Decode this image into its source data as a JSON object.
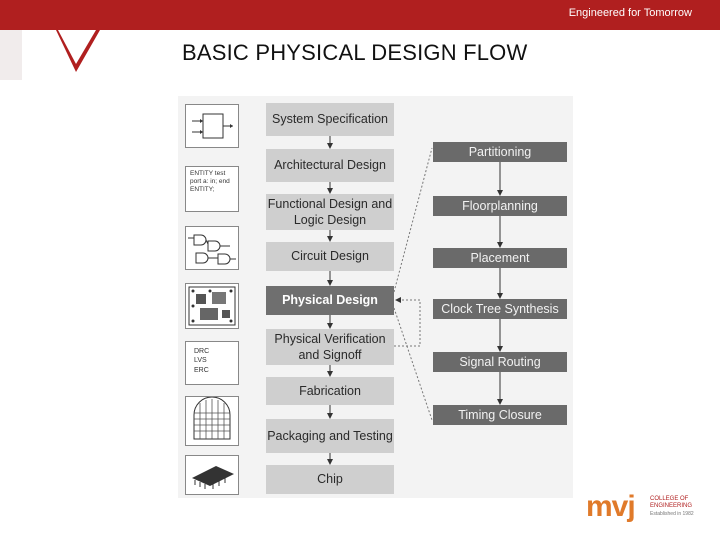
{
  "header": {
    "tagline": "Engineered for Tomorrow",
    "bar_color": "#b01f1f"
  },
  "slide": {
    "title": "BASIC PHYSICAL DESIGN FLOW"
  },
  "thumbnails": {
    "entity_text": "ENTITY test port a: in; end ENTITY;",
    "verification_lines": [
      "DRC",
      "LVS",
      "ERC"
    ]
  },
  "flow": {
    "steps": [
      "System Specification",
      "Architectural Design",
      "Functional Design and Logic Design",
      "Circuit Design",
      "Physical Design",
      "Physical Verification and Signoff",
      "Fabrication",
      "Packaging and Testing",
      "Chip"
    ],
    "active_step": "Physical Design",
    "physical_design_substeps": [
      "Partitioning",
      "Floorplanning",
      "Placement",
      "Clock Tree Synthesis",
      "Signal Routing",
      "Timing Closure"
    ]
  },
  "logo": {
    "brand": "mvj",
    "line1": "COLLEGE OF",
    "line2": "ENGINEERING",
    "line3": "Established in 1982",
    "brand_color": "#e07a2a"
  }
}
